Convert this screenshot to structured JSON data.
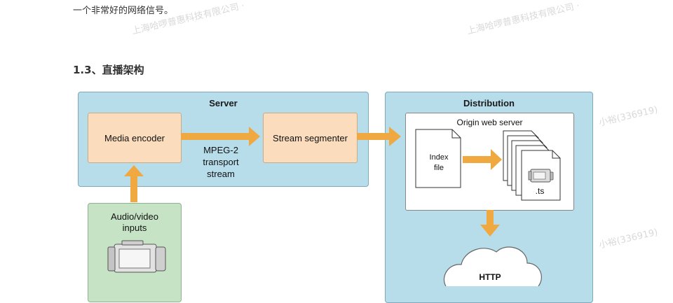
{
  "document": {
    "intro_text": "一个非常好的网络信号。",
    "section_heading": "1.3、直播架构",
    "watermarks": [
      "上海哈啰普惠科技有限公司 · ",
      "上海哈啰普惠科技有限公司 · ",
      "小裕(336919)",
      "小裕(336919)"
    ]
  },
  "diagram": {
    "server_title": "Server",
    "distribution_title": "Distribution",
    "media_encoder": "Media encoder",
    "stream_segmenter": "Stream segmenter",
    "transport_label_lines": [
      "MPEG-2",
      "transport",
      "stream"
    ],
    "origin_web_server": "Origin web server",
    "index_file_lines": [
      "Index",
      "file"
    ],
    "ts_label": ".ts",
    "http_label": "HTTP",
    "audio_video_lines": [
      "Audio/video",
      "inputs"
    ],
    "colors": {
      "panel_blue": "#b7dcea",
      "box_orange": "#fbdcbd",
      "arrow_orange": "#f0a840",
      "input_green": "#c6e3c6"
    }
  }
}
